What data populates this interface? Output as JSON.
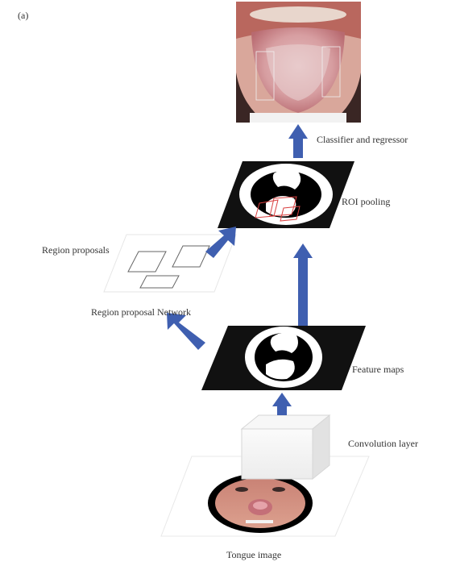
{
  "figure": {
    "panel_letter": "(a)",
    "labels": {
      "classifier": "Classifier and regressor",
      "roi_pooling": "ROI pooling",
      "region_proposals": "Region proposals",
      "rpn": "Region proposal Network",
      "feature_maps": "Feature maps",
      "convolution_layer": "Convolution layer",
      "tongue_image": "Tongue image"
    },
    "colors": {
      "arrow": "#3f5fb0",
      "feature_map": "#111111",
      "roi_box": "#d94040",
      "proposal_outline": "#666666",
      "tongue": "#c98a8c",
      "skin": "#e9c2b2"
    }
  }
}
